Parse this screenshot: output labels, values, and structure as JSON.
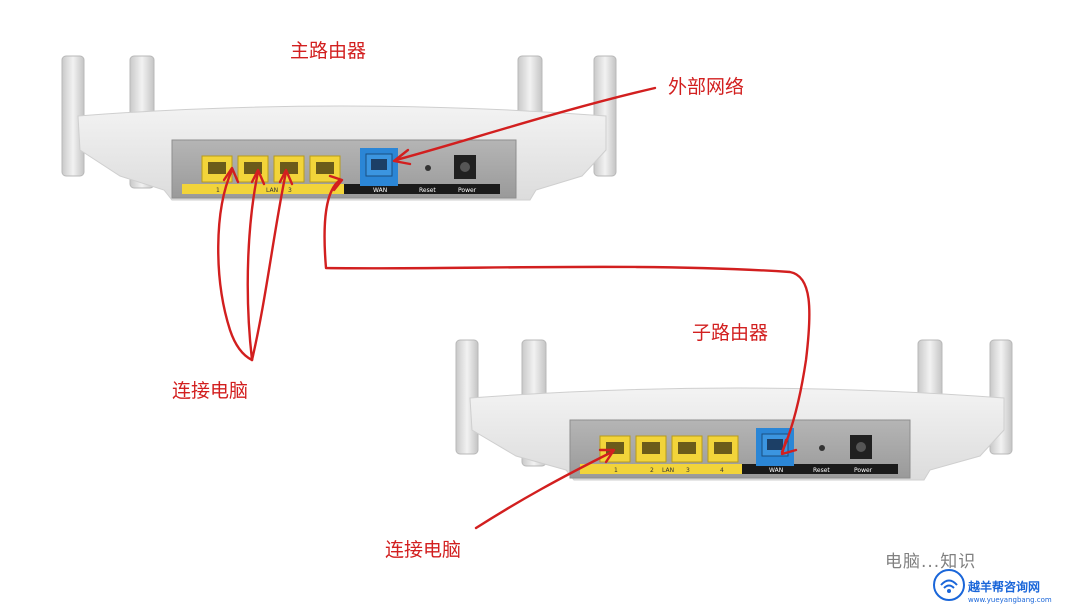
{
  "labels": {
    "main_router": "主路由器",
    "external_network": "外部网络",
    "connect_pc_main": "连接电脑",
    "sub_router": "子路由器",
    "connect_pc_sub": "连接电脑"
  },
  "router_main": {
    "lan_port_numbers": [
      "1",
      "",
      "3",
      ""
    ],
    "lan_label": "LAN",
    "wan_label": "WAN",
    "reset_label": "Reset",
    "power_label": "Power"
  },
  "router_sub": {
    "lan_port_numbers": [
      "1",
      "2",
      "3",
      "4"
    ],
    "lan_label": "LAN",
    "wan_label": "WAN",
    "reset_label": "Reset",
    "power_label": "Power"
  },
  "watermark": {
    "wechat": "电脑...知识",
    "site_cn": "越羊帮咨询网",
    "site_en": "www.yueyangbang.com"
  },
  "colors": {
    "annotation_red": "#d21f1f",
    "lan_yellow": "#f2d43a",
    "wan_blue": "#2b86d6",
    "router_body": "#e9e9e9",
    "router_panel": "#aaaaaa"
  }
}
